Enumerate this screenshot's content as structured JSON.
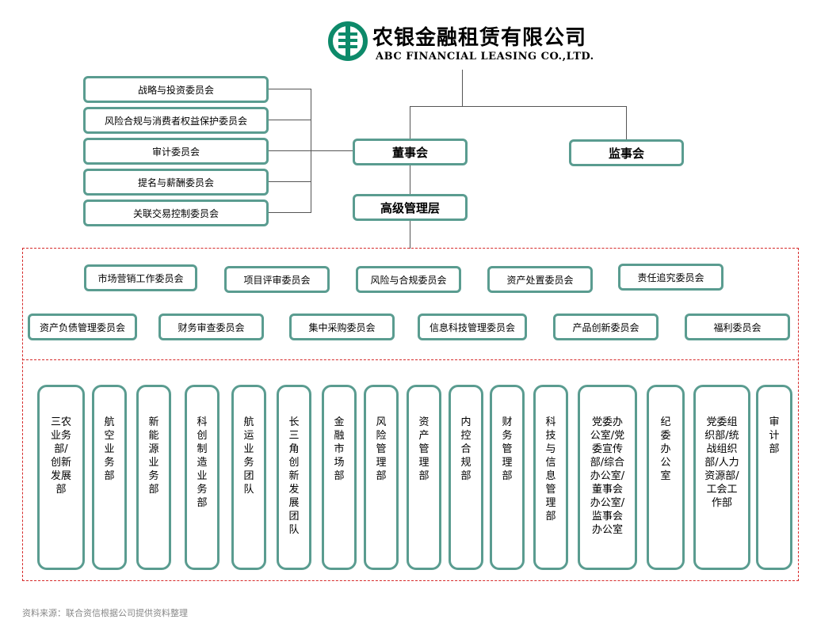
{
  "header": {
    "company_cn": "农银金融租赁有限公司",
    "company_en": "ABC FINANCIAL LEASING CO.,LTD.",
    "logo_icon": "abc-bank-logo-icon",
    "brand_color": "#0d8a6a"
  },
  "top": {
    "board": "董事会",
    "supervisors": "监事会",
    "senior_mgmt": "高级管理层"
  },
  "board_committees": [
    "战略与投资委员会",
    "风险合规与消费者权益保护委员会",
    "审计委员会",
    "提名与薪酬委员会",
    "关联交易控制委员会"
  ],
  "mgmt_committees_row1": [
    "市场营销工作委员会",
    "项目评审委员会",
    "风险与合规委员会",
    "资产处置委员会",
    "责任追究委员会"
  ],
  "mgmt_committees_row2": [
    "资产负债管理委员会",
    "财务审查委员会",
    "集中采购委员会",
    "信息科技管理委员会",
    "产品创新委员会",
    "福利委员会"
  ],
  "departments": [
    "三农业务部/创新发展部",
    "航空业务部",
    "新能源业务部",
    "科创制造业务部",
    "航运业务团队",
    "长三角创新发展团队",
    "金融市场部",
    "风险管理部",
    "资产管理部",
    "内控合规部",
    "财务管理部",
    "科技与信息管理部",
    "党委办公室/党委宣传部/综合办公室/董事会办公室/监事会办公室",
    "纪委办公室",
    "党委组织部/统战组织部/人力资源部/工会工作部",
    "审计部"
  ],
  "footer": {
    "source": "资料来源：联合资信根据公司提供资料整理"
  },
  "colors": {
    "box_border": "#5a9c90",
    "dashed_border": "#d62a2a",
    "line": "#555555"
  }
}
